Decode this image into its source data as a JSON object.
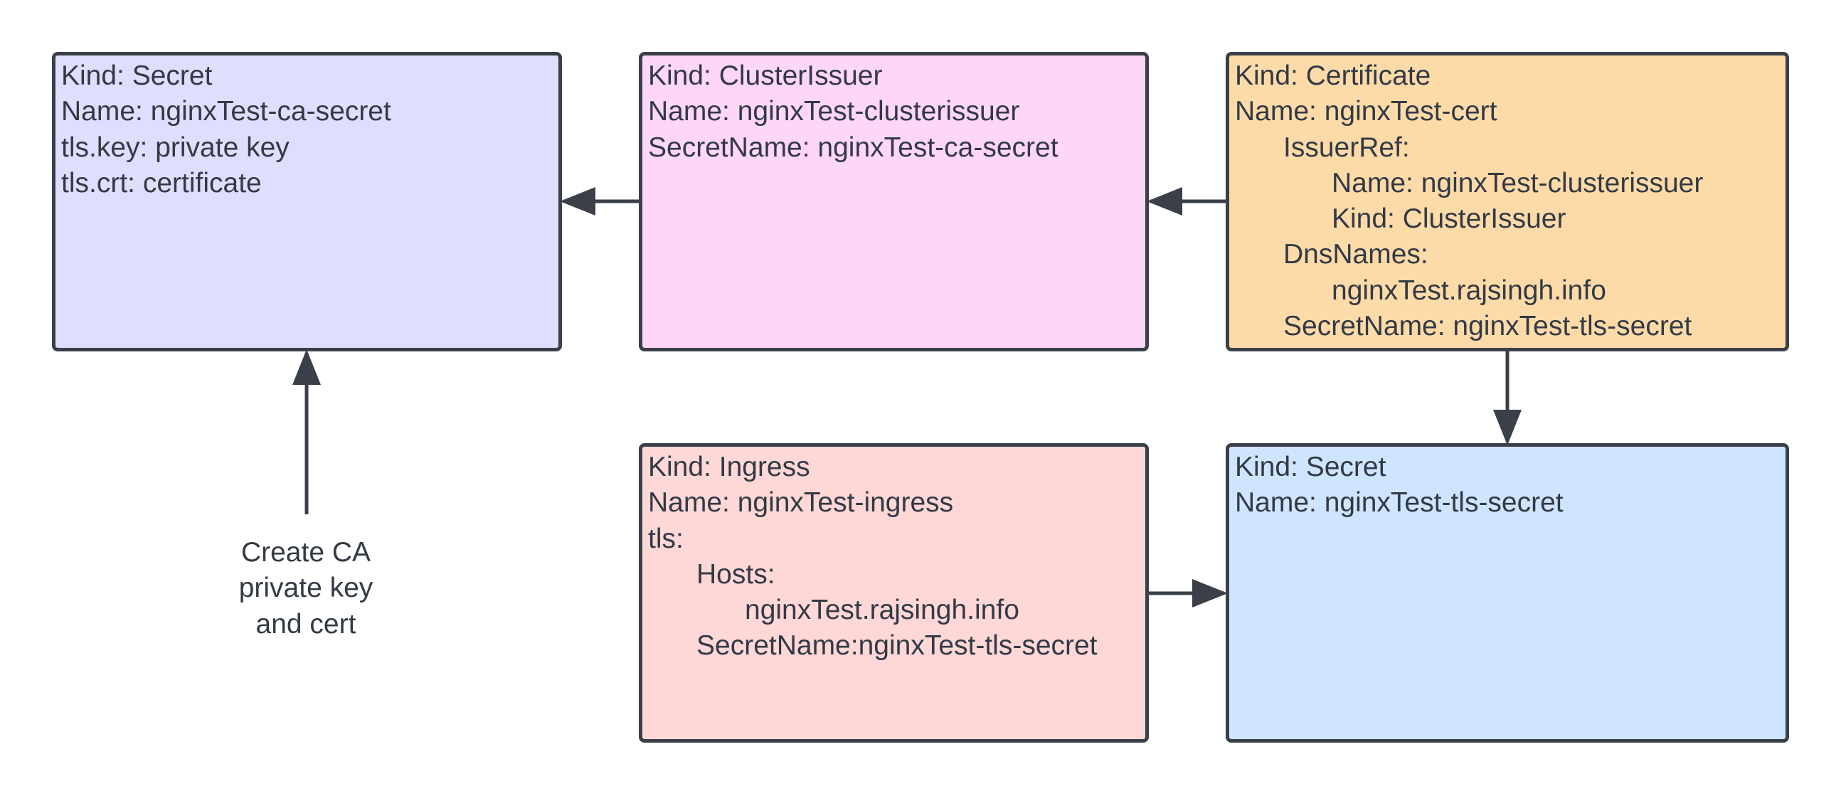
{
  "nodes": {
    "secret_ca": {
      "lines": [
        "Kind: Secret",
        "Name: nginxTest-ca-secret",
        "tls.key: private key",
        "tls.crt: certificate"
      ]
    },
    "clusterissuer": {
      "lines": [
        "Kind: ClusterIssuer",
        "Name: nginxTest-clusterissuer",
        "SecretName: nginxTest-ca-secret"
      ]
    },
    "certificate": {
      "lines": [
        "Kind: Certificate",
        "Name: nginxTest-cert",
        "IssuerRef:",
        "Name: nginxTest-clusterissuer",
        "Kind: ClusterIssuer",
        "DnsNames:",
        "nginxTest.rajsingh.info",
        "SecretName: nginxTest-tls-secret"
      ]
    },
    "ingress": {
      "lines": [
        "Kind: Ingress",
        "Name: nginxTest-ingress",
        "tls:",
        "Hosts:",
        "nginxTest.rajsingh.info",
        "SecretName:nginxTest-tls-secret"
      ]
    },
    "secret_tls": {
      "lines": [
        "Kind: Secret",
        "Name: nginxTest-tls-secret"
      ]
    }
  },
  "annotation": {
    "lines": [
      "Create CA",
      "private key",
      "and cert"
    ]
  },
  "colors": {
    "secret_ca": "#dedefe",
    "clusterissuer": "#fed6f8",
    "certificate": "#fddba9",
    "ingress": "#fed7d7",
    "secret_tls": "#cfe4fe",
    "stroke": "#3a3f48",
    "text": "#333a45"
  }
}
